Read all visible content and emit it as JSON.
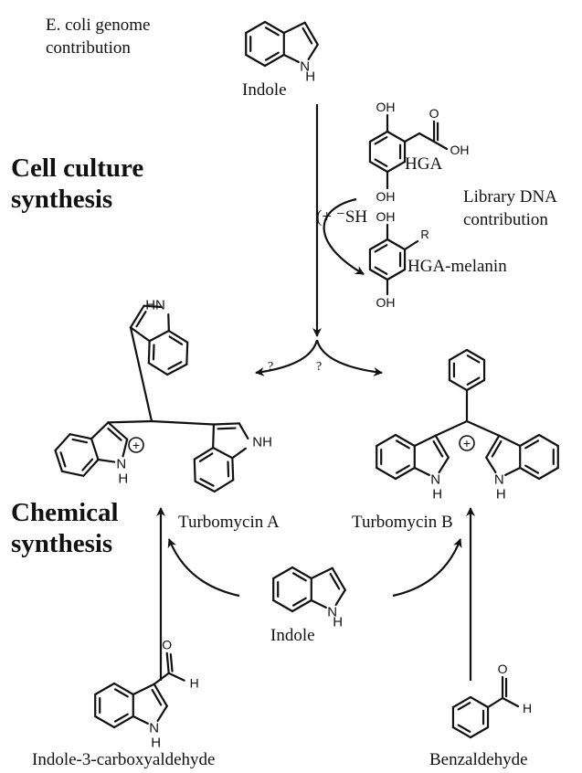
{
  "sections": {
    "cell": [
      "Cell culture",
      "synthesis"
    ],
    "chem": [
      "Chemical",
      "synthesis"
    ]
  },
  "labels": {
    "ecoli": [
      "E. coli genome",
      "contribution"
    ],
    "library": [
      "Library DNA",
      "contribution"
    ],
    "indole_top": "Indole",
    "hga": "HGA",
    "hga_melanin": "HGA-melanin",
    "reagent": "(+ ⁻SH",
    "turbo_a": "Turbomycin A",
    "turbo_b": "Turbomycin B",
    "indole_mid": "Indole",
    "ind3cho": "Indole-3-carboxyaldehyde",
    "benzaldehyde": "Benzaldehyde",
    "question_left": "?",
    "question_right": "?"
  },
  "atoms": {
    "OH": "OH",
    "O": "O",
    "H": "H",
    "N": "N",
    "NH": "NH",
    "HN": "HN",
    "R": "R",
    "plus": "+"
  },
  "colors": {
    "ink": "#111111",
    "background": "#ffffff"
  }
}
